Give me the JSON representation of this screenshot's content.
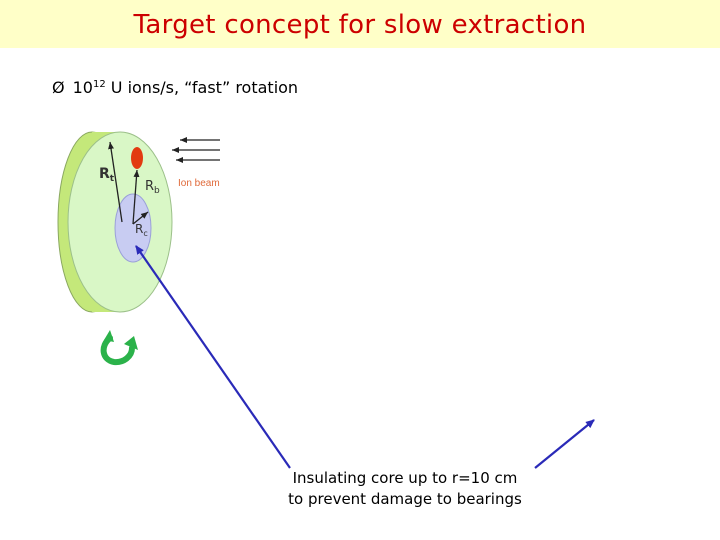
{
  "title": "Target concept for slow extraction",
  "bullet": {
    "marker": "Ø",
    "base": "10",
    "exponent": "12",
    "rest": " U ions/s, “fast” rotation"
  },
  "diagram": {
    "labels": {
      "r_t": "R",
      "r_t_sub": "t",
      "r_b": "R",
      "r_b_sub": "b",
      "r_c": "R",
      "r_c_sub": "c",
      "ion_beam": "Ion beam"
    },
    "colors": {
      "disk_face": "#d9f7c6",
      "disk_rim": "#c4e87a",
      "core": "#c8ccf2",
      "beam_spot": "#e23a10",
      "arrow_line": "#2a2ab8",
      "rotation_arrow": "#2bb24a"
    },
    "icons": [
      "rotation-arrow-icon",
      "ion-beam-arrows-icon"
    ]
  },
  "callout": {
    "line1": "Insulating core up to r=10 cm",
    "line2": "to prevent damage to bearings"
  }
}
